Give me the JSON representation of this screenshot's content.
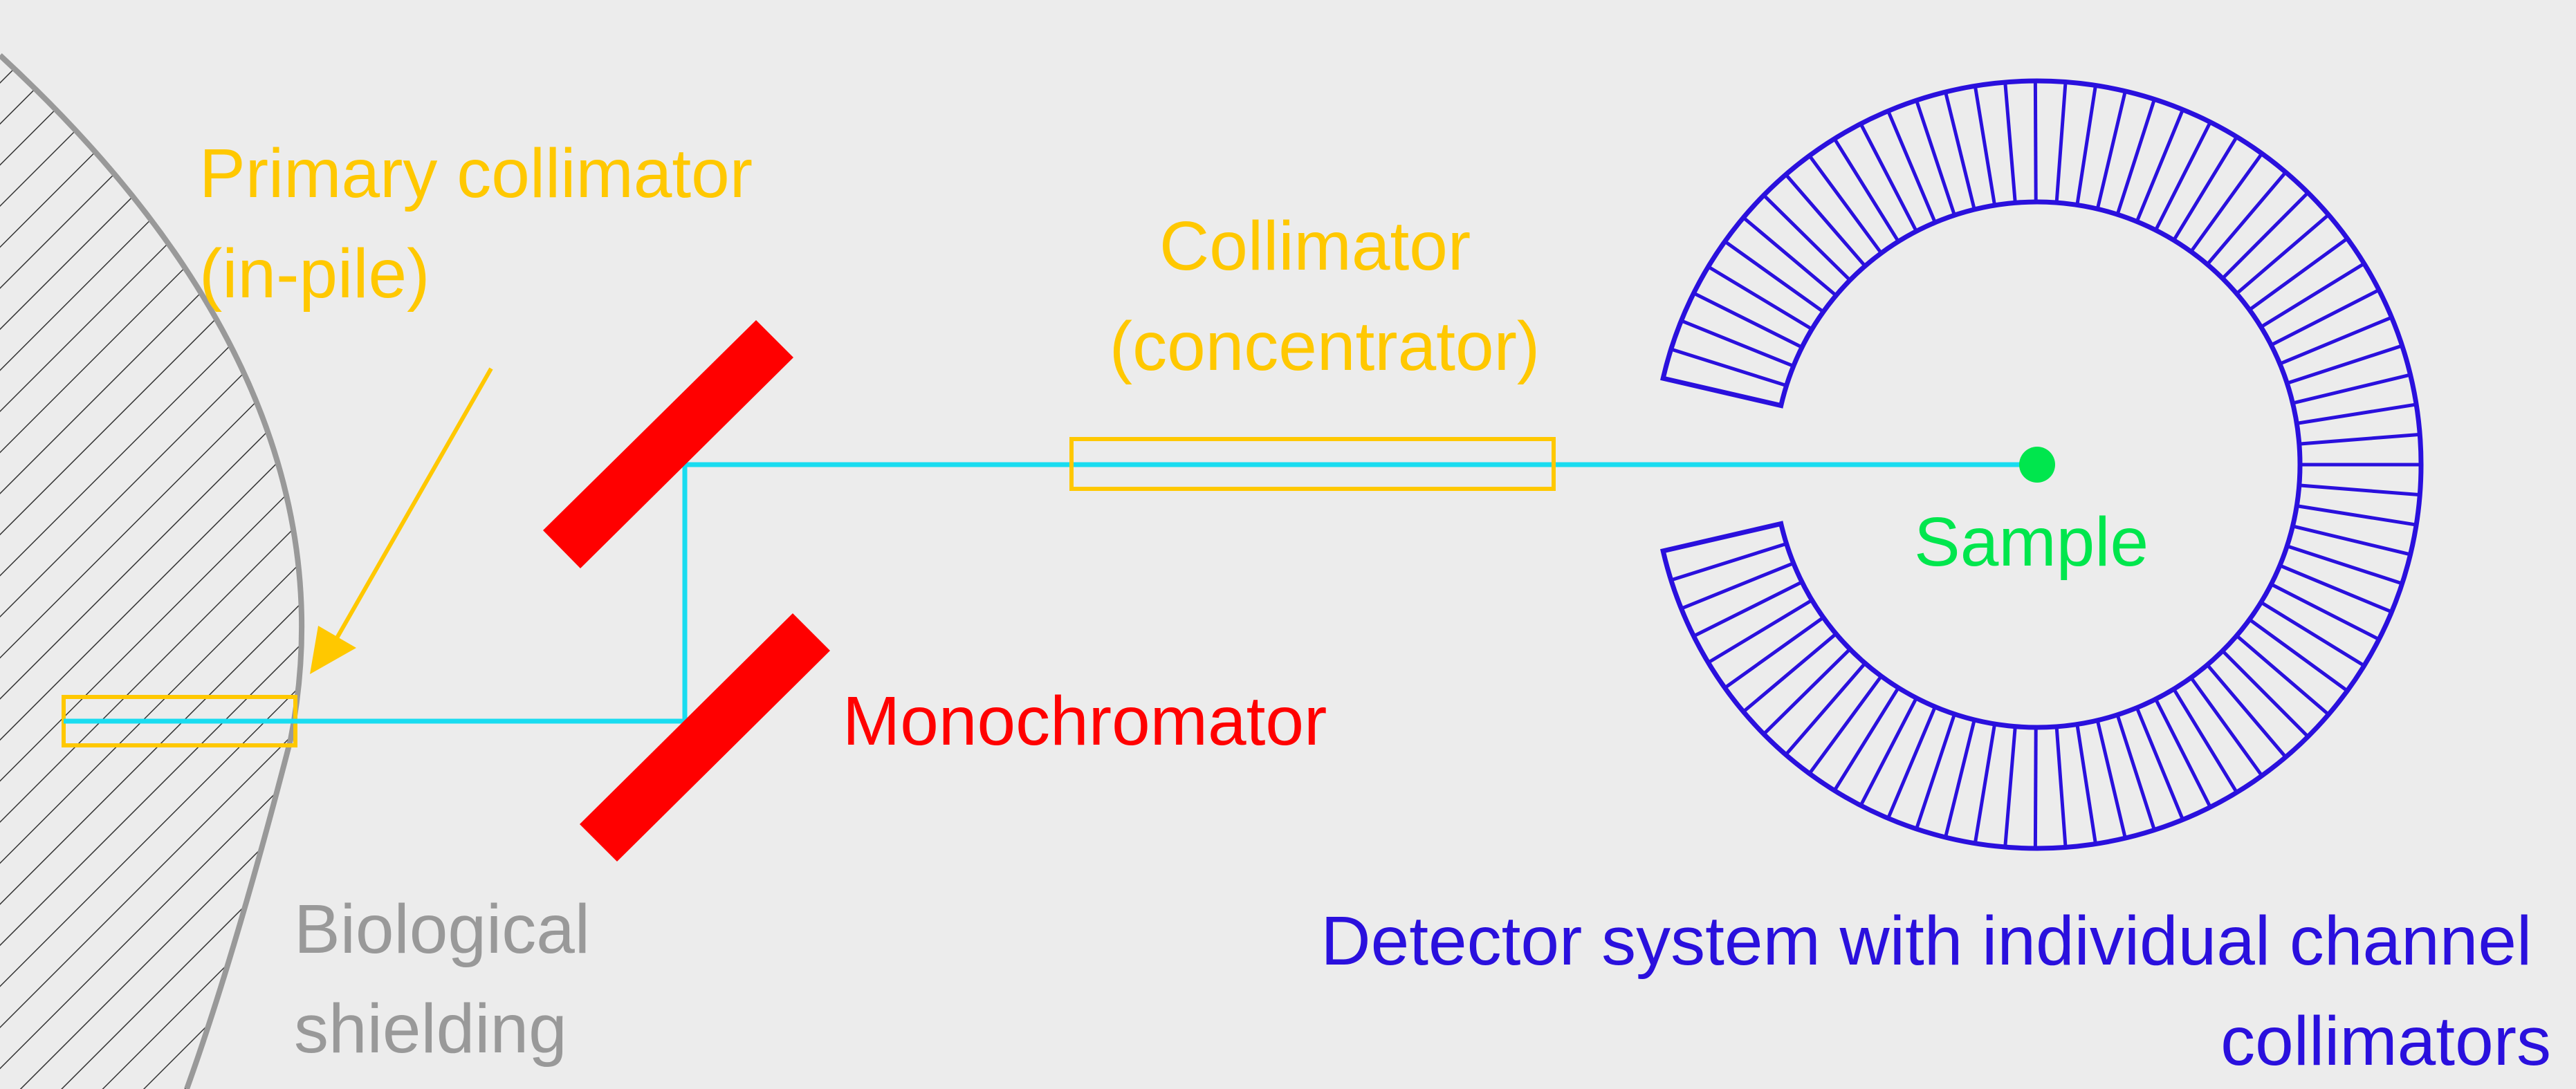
{
  "labels": {
    "primary_collimator": [
      "Primary collimator",
      "(in-pile)"
    ],
    "collimator": [
      "Collimator",
      "(concentrator)"
    ],
    "monochromator": "Monochromator",
    "sample": "Sample",
    "biological_shielding": [
      "Biological",
      "shielding"
    ],
    "detector_system": [
      "Detector system with individual channel",
      "collimators"
    ]
  },
  "colors": {
    "background": "#ececec",
    "collimator": "#ffc800",
    "beam": "#19dcf0",
    "monochromator": "#ff0000",
    "sample": "#00e64d",
    "shielding": "#999999",
    "detector": "#2a10dd"
  }
}
